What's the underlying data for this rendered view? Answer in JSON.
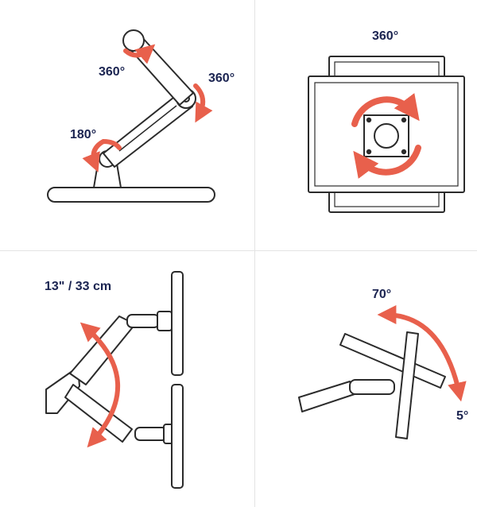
{
  "panels": {
    "arm": {
      "label_top_left": "360°",
      "label_top_right": "360°",
      "label_base": "180°"
    },
    "rotation": {
      "label_top": "360°"
    },
    "height": {
      "label_range": "13\" / 33 cm"
    },
    "tilt": {
      "label_top": "70°",
      "label_bottom": "5°"
    }
  },
  "colors": {
    "ink": "#1b2451",
    "line": "#2b2b2b",
    "accent": "#e8604c",
    "fill": "#ffffff",
    "divider": "#e3e3e3"
  }
}
